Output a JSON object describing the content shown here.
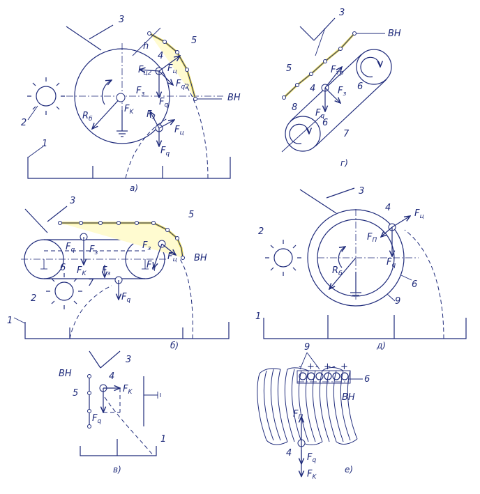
{
  "numbers": {
    "n1": "1",
    "n2": "2",
    "n3": "3",
    "n4": "4",
    "n5": "5",
    "n6": "6",
    "n7": "7",
    "n8": "8",
    "n9": "9"
  },
  "forces": {
    "F": "F",
    "sub_c": "ц",
    "sub_q": "q",
    "sub_z": "з",
    "sub_k": "К",
    "sub_p": "П",
    "sub_tr": "тр",
    "sub_q2": "q2",
    "sub_c2": "ц2"
  },
  "labels": {
    "vn": "ВН",
    "h": "h",
    "rb": "R",
    "rb_sub": "б",
    "fk": "F",
    "fk_sub": "K",
    "plus": "+",
    "minus": "-"
  },
  "captions": {
    "a": "а)",
    "b": "б)",
    "v": "в)",
    "g": "г)",
    "d": "д)",
    "e": "е)"
  },
  "colors": {
    "ink": "#1e2a7a",
    "fibre_highlight": "#e8d84a"
  }
}
